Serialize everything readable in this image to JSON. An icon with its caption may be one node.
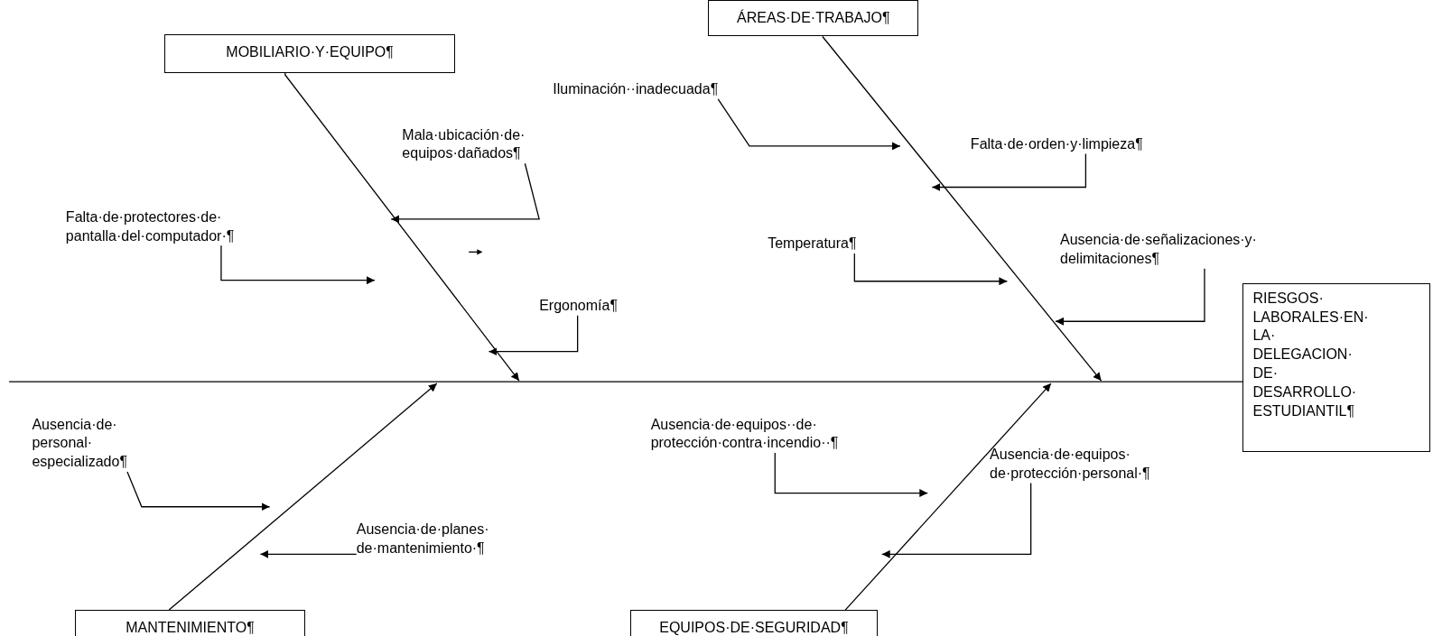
{
  "diagram": {
    "nodes": [
      {
        "text": [
          "MOBILIARIO·Y·EQUIPO¶"
        ]
      },
      {
        "text": [
          "ÁREAS·DE·TRABAJO¶"
        ]
      },
      {
        "text": [
          "MANTENIMIENTO¶"
        ]
      },
      {
        "text": [
          "EQUIPOS·DE·SEGURIDAD¶"
        ]
      },
      {
        "text": [
          "RIESGOS· LABORALES·EN· LA· DELEGACION· DE· DESARROLLO· ESTUDIANTIL¶"
        ]
      },
      {
        "text": [
          "Iluminación··inadecuada¶"
        ]
      },
      {
        "text": [
          "Mala·ubicación·de· equipos·dañados¶"
        ]
      },
      {
        "text": [
          "Falta·de·orden·y·limpieza¶"
        ]
      },
      {
        "text": [
          "Falta·de·protectores·de· pantalla·del·computador·¶"
        ]
      },
      {
        "text": [
          "Temperatura¶"
        ]
      },
      {
        "text": [
          "Ausencia·de·señalizaciones·y· delimitaciones¶"
        ]
      },
      {
        "text": [
          "Ergonomía¶"
        ]
      },
      {
        "text": [
          "Ausencia·de· personal· especializado¶"
        ]
      },
      {
        "text": [
          "Ausencia·de·planes· de·mantenimiento·¶"
        ]
      },
      {
        "text": [
          "Ausencia·de·equipos··de· protección·contra·incendio··¶"
        ]
      },
      {
        "text": [
          "Ausencia·de·equipos· de·protección·personal·¶"
        ]
      }
    ],
    "edges": [
      {
        "from": 0,
        "to": null,
        "arrow": "to"
      },
      {
        "from": 1,
        "to": null,
        "arrow": "to"
      },
      {
        "from": 2,
        "to": null,
        "arrow": "to"
      },
      {
        "from": 3,
        "to": null,
        "arrow": "to"
      },
      {
        "from": null,
        "to": 4,
        "arrow": "none"
      },
      {
        "from": 5,
        "to": null,
        "arrow": "to"
      },
      {
        "from": 6,
        "to": null,
        "arrow": "to"
      },
      {
        "from": 7,
        "to": null,
        "arrow": "to"
      },
      {
        "from": 8,
        "to": null,
        "arrow": "to"
      },
      {
        "from": 9,
        "to": null,
        "arrow": "to"
      },
      {
        "from": 10,
        "to": null,
        "arrow": "to"
      },
      {
        "from": 11,
        "to": null,
        "arrow": "to"
      },
      {
        "from": 12,
        "to": null,
        "arrow": "to"
      },
      {
        "from": 13,
        "to": null,
        "arrow": "to"
      },
      {
        "from": 14,
        "to": null,
        "arrow": "to"
      },
      {
        "from": 15,
        "to": null,
        "arrow": "to"
      }
    ]
  }
}
